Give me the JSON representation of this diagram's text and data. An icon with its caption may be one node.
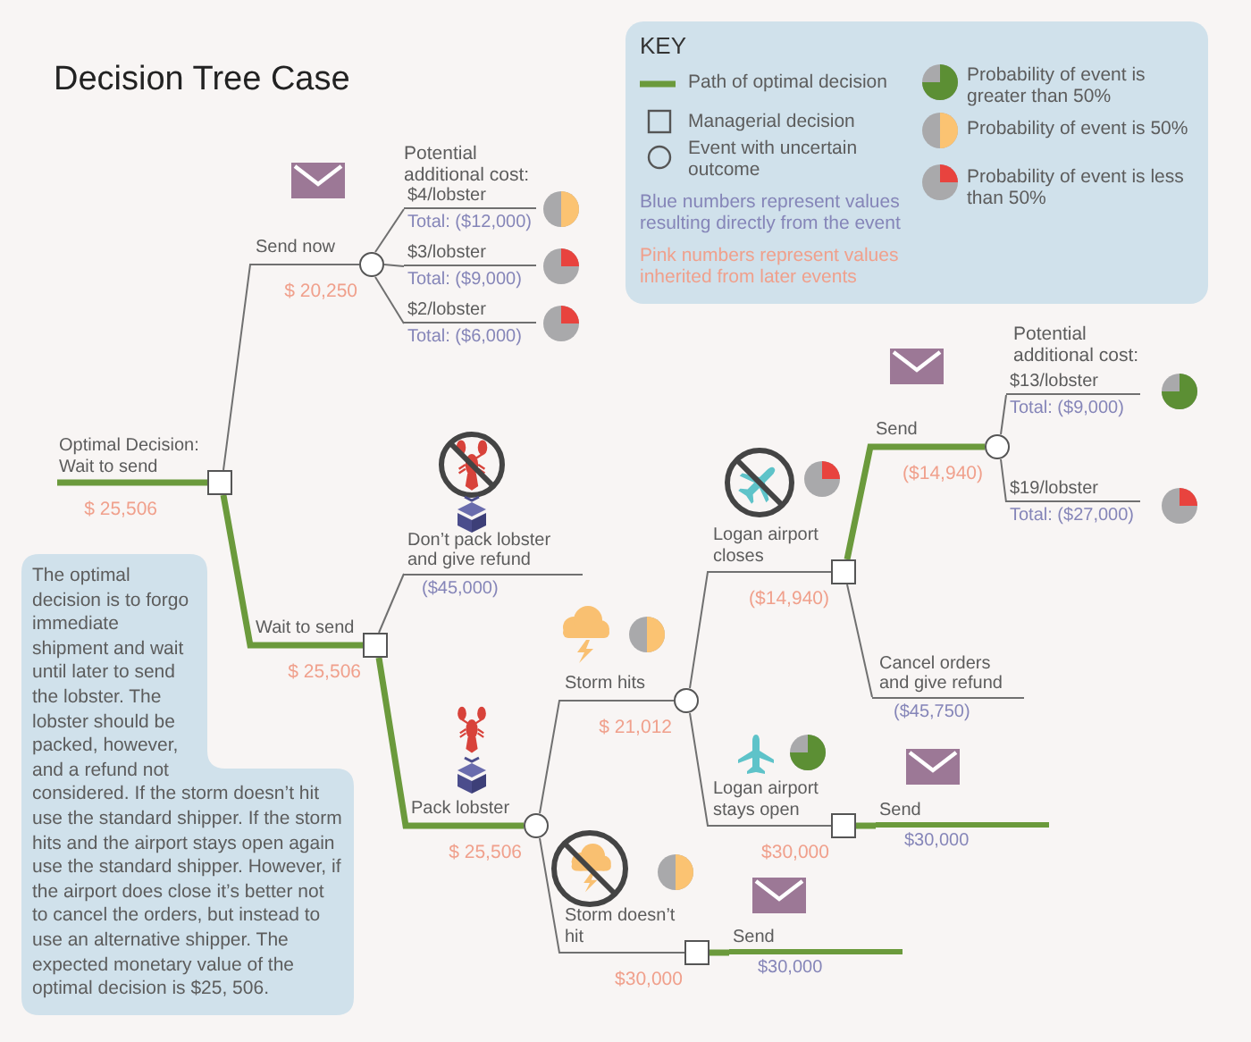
{
  "diagram": {
    "title": "Decision Tree Case",
    "nodes": [
      {
        "text": [],
        "shape": "box",
        "beside": [
          "$ 25,506"
        ]
      },
      {
        "text": [],
        "shape": "circle",
        "beside": [
          "$ 20,250"
        ]
      },
      {
        "text": [
          "$4/lobster",
          "Total: ($12,000)"
        ]
      },
      {
        "text": [
          "$3/lobster",
          "Total: ($9,000)"
        ]
      },
      {
        "text": [
          "$2/lobster",
          "Total: ($6,000)"
        ]
      },
      {
        "text": [],
        "shape": "box",
        "beside": [
          "$ 25,506"
        ]
      },
      {
        "text": [
          "Don’t pack lobster and give refund",
          "($45,000)"
        ]
      },
      {
        "text": [],
        "shape": "circle",
        "beside": [
          "$ 25,506"
        ]
      },
      {
        "text": [],
        "shape": "circle",
        "beside": [
          "$ 21,012"
        ]
      },
      {
        "text": [],
        "shape": "box",
        "beside": [
          "($14,940)"
        ]
      },
      {
        "text": [],
        "shape": "circle",
        "beside": [
          "($14,940)"
        ]
      },
      {
        "text": [
          "$13/lobster",
          "Total: ($9,000)"
        ]
      },
      {
        "text": [
          "$19/lobster",
          "Total: ($27,000)"
        ]
      },
      {
        "text": [
          "Cancel orders and give refund",
          "($45,750)"
        ]
      },
      {
        "text": [],
        "shape": "box",
        "beside": [
          "$30,000"
        ]
      },
      {
        "text": [
          "Send",
          "$30,000"
        ]
      },
      {
        "text": [],
        "shape": "box",
        "beside": [
          "$30,000"
        ]
      },
      {
        "text": [
          "Send",
          "$30,000"
        ]
      }
    ],
    "edges": [
      {
        "from": null,
        "to": 0,
        "arrow": "none",
        "label": "Optimal Decision: Wait to send",
        "style": "thick",
        "color": "#6b9a3c"
      },
      {
        "from": 0,
        "to": 1,
        "arrow": "none",
        "label": "Send now"
      },
      {
        "from": 1,
        "to": 2,
        "arrow": "none"
      },
      {
        "from": 1,
        "to": 3,
        "arrow": "none"
      },
      {
        "from": 1,
        "to": 4,
        "arrow": "none"
      },
      {
        "from": 0,
        "to": 5,
        "arrow": "none",
        "label": "Wait to send",
        "style": "thick",
        "color": "#6b9a3c"
      },
      {
        "from": 5,
        "to": 6,
        "arrow": "none"
      },
      {
        "from": 5,
        "to": 7,
        "arrow": "none",
        "label": "Pack lobster",
        "style": "thick",
        "color": "#6b9a3c"
      },
      {
        "from": 7,
        "to": 8,
        "arrow": "none",
        "label": "Storm hits"
      },
      {
        "from": 8,
        "to": 9,
        "arrow": "none",
        "label": "Logan airport closes"
      },
      {
        "from": 9,
        "to": 10,
        "arrow": "none",
        "label": "Send",
        "style": "thick",
        "color": "#6b9a3c"
      },
      {
        "from": 10,
        "to": 11,
        "arrow": "none"
      },
      {
        "from": 10,
        "to": 12,
        "arrow": "none"
      },
      {
        "from": 9,
        "to": 13,
        "arrow": "none"
      },
      {
        "from": 8,
        "to": 14,
        "arrow": "none",
        "label": "Logan airport stays open"
      },
      {
        "from": 14,
        "to": 15,
        "arrow": "none",
        "style": "thick",
        "color": "#6b9a3c"
      },
      {
        "from": 7,
        "to": 16,
        "arrow": "none",
        "label": "Storm doesn’t hit"
      },
      {
        "from": 16,
        "to": 17,
        "arrow": "none",
        "style": "thick",
        "color": "#6b9a3c"
      }
    ],
    "labels": [
      "KEY",
      "Blue numbers represent values resulting directly from the event",
      "Pink numbers represent values inherited from later events",
      "Potential additional cost:",
      "Potential additional cost:",
      "The optimal decision is to forgo immediate shipment and wait until later to send the lobster. The lobster should be packed, however, and a refund not considered. If the storm doesn’t hit use the standard shipper. If the storm hits and the airport stays open again use the standard shipper. However, if the airport does close it’s better not to cancel the orders, but instead to use an alternative shipper. The expected monetary value of the optimal decision is $25, 506."
    ],
    "legend": [
      {
        "text": "Path of optimal decision"
      },
      {
        "text": "Managerial decision"
      },
      {
        "text": "Event with uncertain outcome"
      },
      {
        "text": "Probability of event is greater than 50%"
      },
      {
        "text": "Probability of event is 50%"
      },
      {
        "text": "Probability of event is less than 50%"
      }
    ]
  }
}
